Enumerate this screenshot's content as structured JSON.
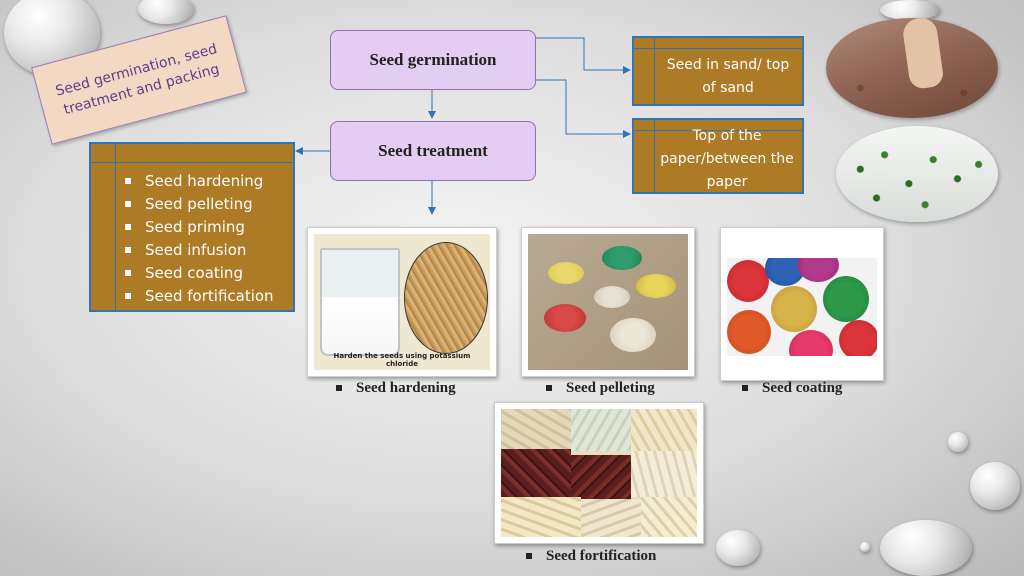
{
  "tag": {
    "text": "Seed germination, seed treatment and packing"
  },
  "flow": {
    "germination": "Seed germination",
    "treatment": "Seed treatment"
  },
  "germination_methods": [
    "Seed in sand/ top of sand",
    "Top of the paper/between the paper"
  ],
  "treatment_list": [
    "Seed hardening",
    "Seed pelleting",
    "Seed priming",
    "Seed infusion",
    "Seed coating",
    "Seed fortification"
  ],
  "photo_labels": {
    "hardening_inset": "Harden the seeds using potassium chloride"
  },
  "captions": {
    "hardening": "Seed hardening",
    "pelleting": "Seed pelleting",
    "coating": "Seed coating",
    "fortification": "Seed fortification"
  },
  "colors": {
    "box_fill": "#e4cdf2",
    "list_fill": "#ad7a25",
    "connector": "#2f74b5"
  }
}
